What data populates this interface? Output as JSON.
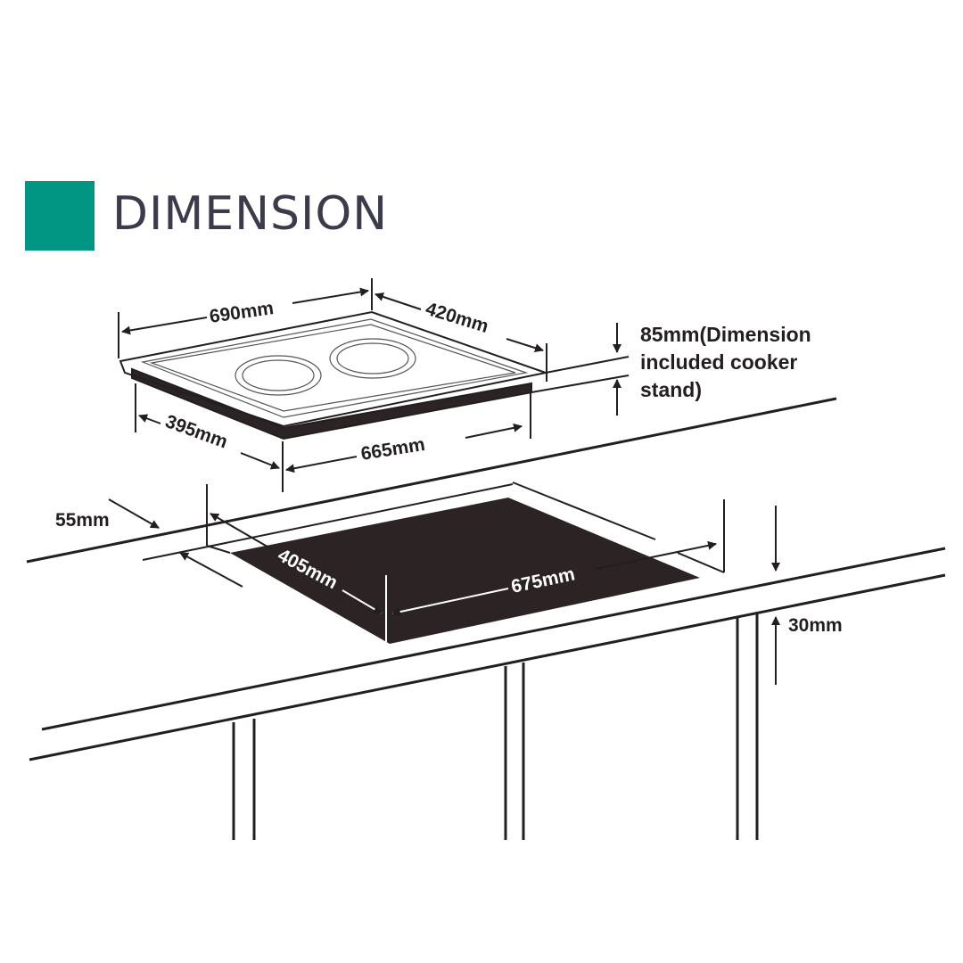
{
  "header": {
    "icon": "minus-icon",
    "title": "DIMENSION",
    "accent_color": "#009683"
  },
  "hob": {
    "width_top": "690mm",
    "depth_top": "420mm",
    "depth_bottom": "395mm",
    "width_bottom": "665mm",
    "height_note": [
      "85mm(Dimension",
      "included cooker",
      "stand)"
    ]
  },
  "cutout": {
    "edge_distance": "55mm",
    "depth": "405mm",
    "width": "675mm",
    "counter_thickness": "30mm"
  }
}
